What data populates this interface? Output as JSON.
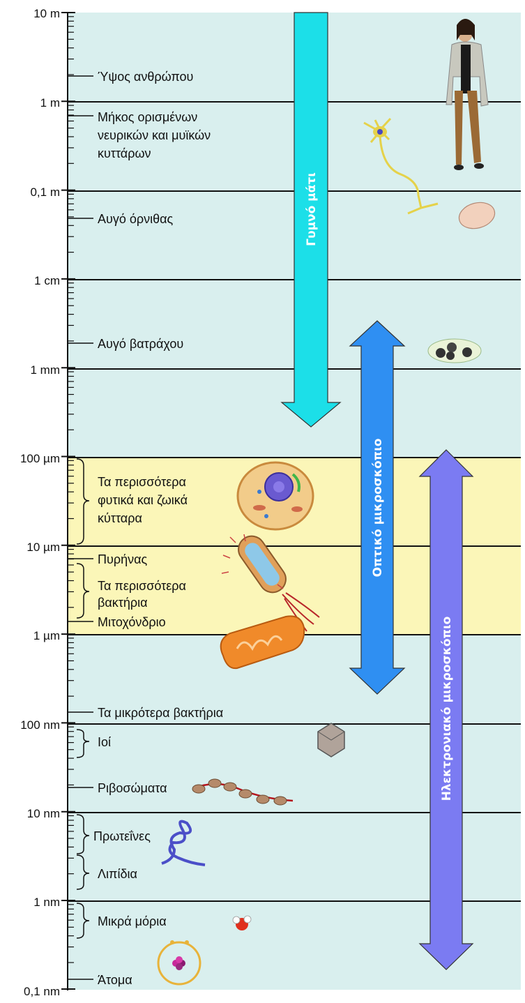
{
  "scale_labels": [
    "10 m",
    "1 m",
    "0,1 m",
    "1 cm",
    "1 mm",
    "100 µm",
    "10 µm",
    "1 µm",
    "100 nm",
    "10 nm",
    "1 nm",
    "0,1 nm"
  ],
  "items": {
    "human_height": "Ύψος ανθρώπου",
    "nerve_line1": "Μήκος ορισμένων",
    "nerve_line2": "νευρικών και μυϊκών",
    "nerve_line3": "κυττάρων",
    "chicken_egg": "Αυγό όρνιθας",
    "frog_egg": "Αυγό βατράχου",
    "cells_line1": "Τα περισσότερα",
    "cells_line2": "φυτικά και ζωικά",
    "cells_line3": "κύτταρα",
    "nucleus": "Πυρήνας",
    "bacteria_line1": "Τα περισσότερα",
    "bacteria_line2": "βακτήρια",
    "mitochondrion": "Μιτοχόνδριο",
    "smallest_bacteria": "Τα μικρότερα βακτήρια",
    "viruses": "Ιοί",
    "ribosomes": "Ριβοσώματα",
    "proteins": "Πρωτεΐνες",
    "lipids": "Λιπίδια",
    "small_molecules": "Μικρά μόρια",
    "atoms": "Άτομα"
  },
  "arrows": {
    "naked_eye": "Γυμνό μάτι",
    "light_microscope": "Οπτικό μικροσκόπιο",
    "electron_microscope": "Ηλεκτρονιακό μικροσκόπιο"
  },
  "colors": {
    "background": "#d9efee",
    "highlight_band": "#fbf6b8",
    "naked_eye_arrow": "#1cdfe8",
    "light_microscope_arrow": "#2f8ff2",
    "electron_microscope_arrow": "#7b7bf2"
  },
  "icons": [
    "human-icon",
    "neuron-icon",
    "chicken-egg-icon",
    "frog-eggs-icon",
    "animal-cell-icon",
    "bacterium-icon",
    "mitochondrion-icon",
    "virus-icon",
    "ribosome-chain-icon",
    "protein-icon",
    "water-molecule-icon",
    "atom-icon"
  ]
}
